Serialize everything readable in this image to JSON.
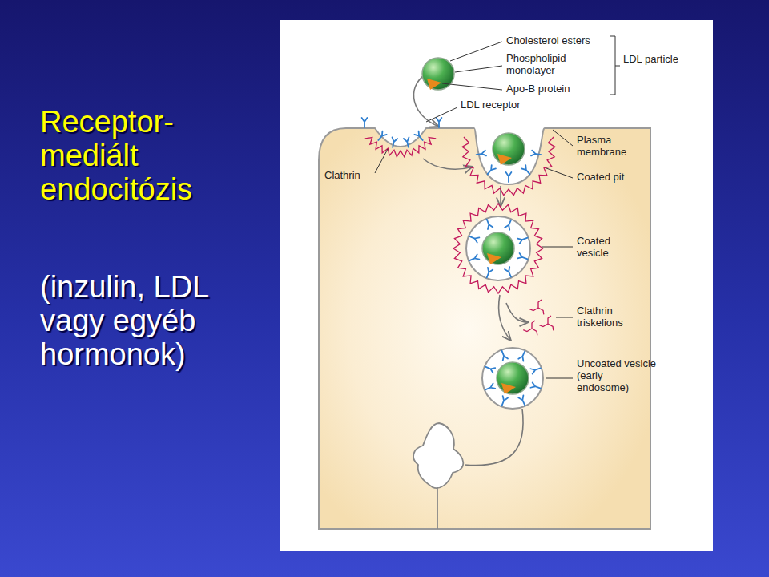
{
  "diagram": {
    "title": "Receptor-mediált endocitózis",
    "labels": [
      "(inzulin, LDL vagy egyéb hormonok)",
      "Cholesterol esters",
      "Phospholipid monolayer",
      "Apo-B protein",
      "LDL particle",
      "LDL receptor",
      "Clathrin",
      "Plasma membrane",
      "Coated pit",
      "Coated vesicle",
      "Clathrin triskelions",
      "Uncoated vesicle (early endosome)"
    ]
  }
}
